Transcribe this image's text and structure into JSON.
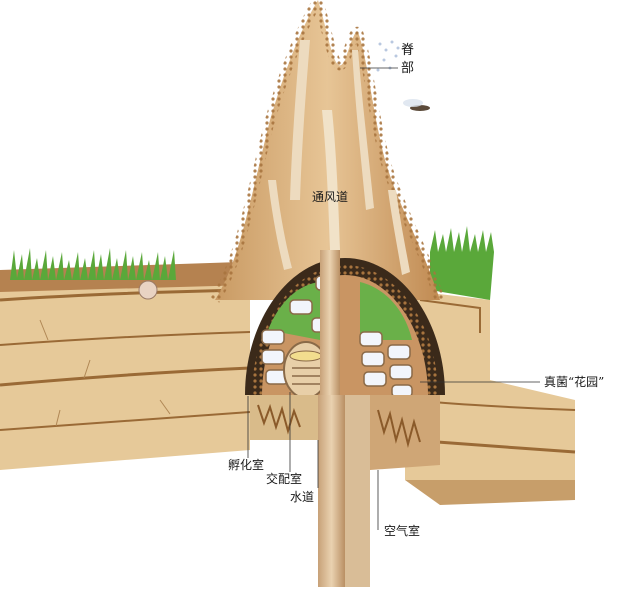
{
  "diagram": {
    "labels": {
      "ridge": "脊部",
      "ventilation": "通风道",
      "fungus_garden": "真菌“花园”",
      "nursery": "孵化室",
      "mating_chamber": "交配室",
      "waterway": "水道",
      "air_chamber": "空气室"
    },
    "colors": {
      "mound": "#d9b383",
      "mound_dark": "#b98a55",
      "soil": "#e3c494",
      "soil_line": "#a5743f",
      "grass": "#5aa83a",
      "chamber_bg": "#f3ece0",
      "cell": "#c9d3e6",
      "fungus": "#c08a4d"
    }
  }
}
